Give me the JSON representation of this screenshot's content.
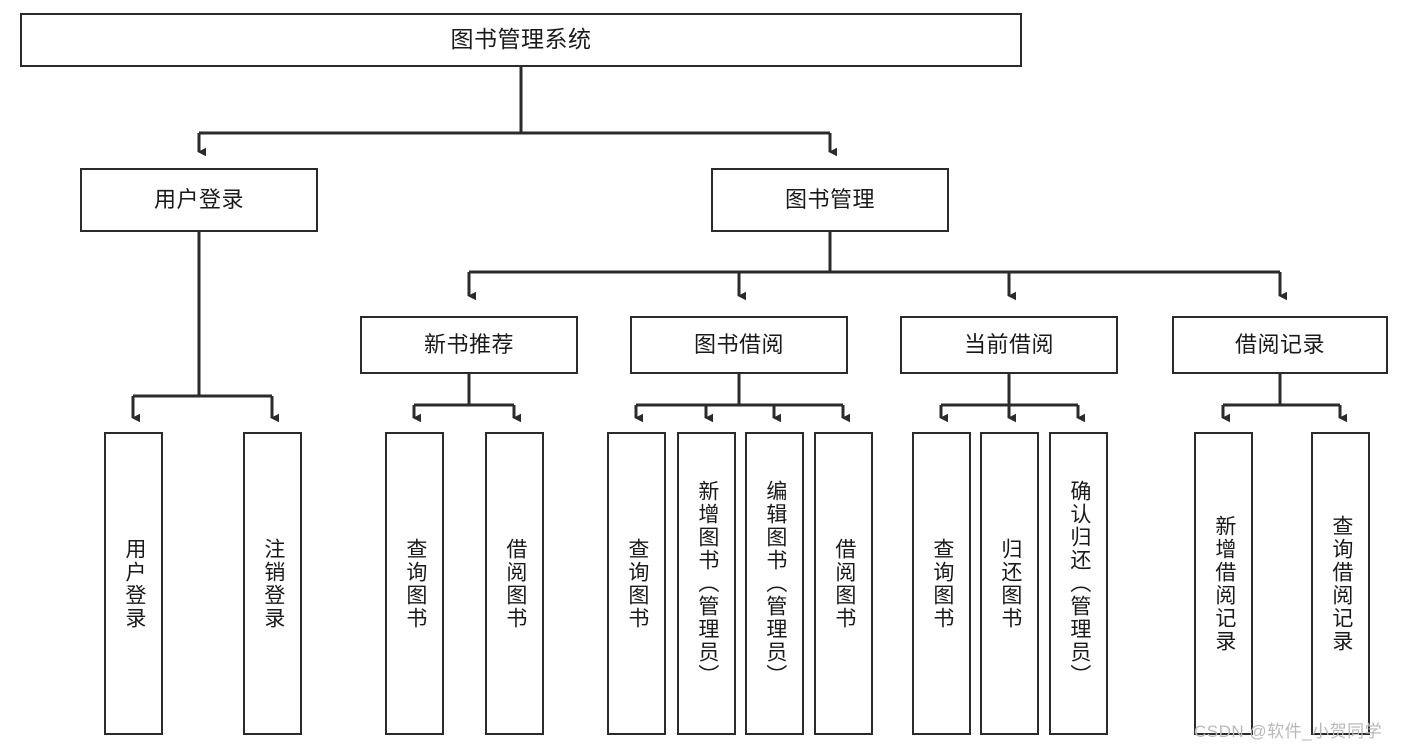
{
  "diagram": {
    "title": "图书管理系统",
    "type": "tree-hierarchy-chart",
    "orientation": "top-down",
    "colors": {
      "box_border": "#2b2b2b",
      "box_fill": "#ffffff",
      "connector": "#2b2b2b",
      "text": "#1a1a1a",
      "background": "#ffffff",
      "watermark": "#b9b9b9"
    },
    "root": {
      "label": "图书管理系统"
    },
    "level2": [
      {
        "label": "用户登录"
      },
      {
        "label": "图书管理"
      }
    ],
    "level3": [
      {
        "label": "新书推荐"
      },
      {
        "label": "图书借阅"
      },
      {
        "label": "当前借阅"
      },
      {
        "label": "借阅记录"
      }
    ],
    "leaves": {
      "user_login": [
        {
          "label": "用户登录"
        },
        {
          "label": "注销登录"
        }
      ],
      "new_book_recommend": [
        {
          "label": "查询图书"
        },
        {
          "label": "借阅图书"
        }
      ],
      "book_borrow": [
        {
          "label": "查询图书"
        },
        {
          "label": "新增图书（管理员）"
        },
        {
          "label": "编辑图书（管理员）"
        },
        {
          "label": "借阅图书"
        }
      ],
      "current_borrow": [
        {
          "label": "查询图书"
        },
        {
          "label": "归还图书"
        },
        {
          "label": "确认归还（管理员）"
        }
      ],
      "borrow_record": [
        {
          "label": "新增借阅记录"
        },
        {
          "label": "查询借阅记录"
        }
      ]
    }
  },
  "watermark": {
    "text": "CSDN @软件_小贺同学"
  }
}
